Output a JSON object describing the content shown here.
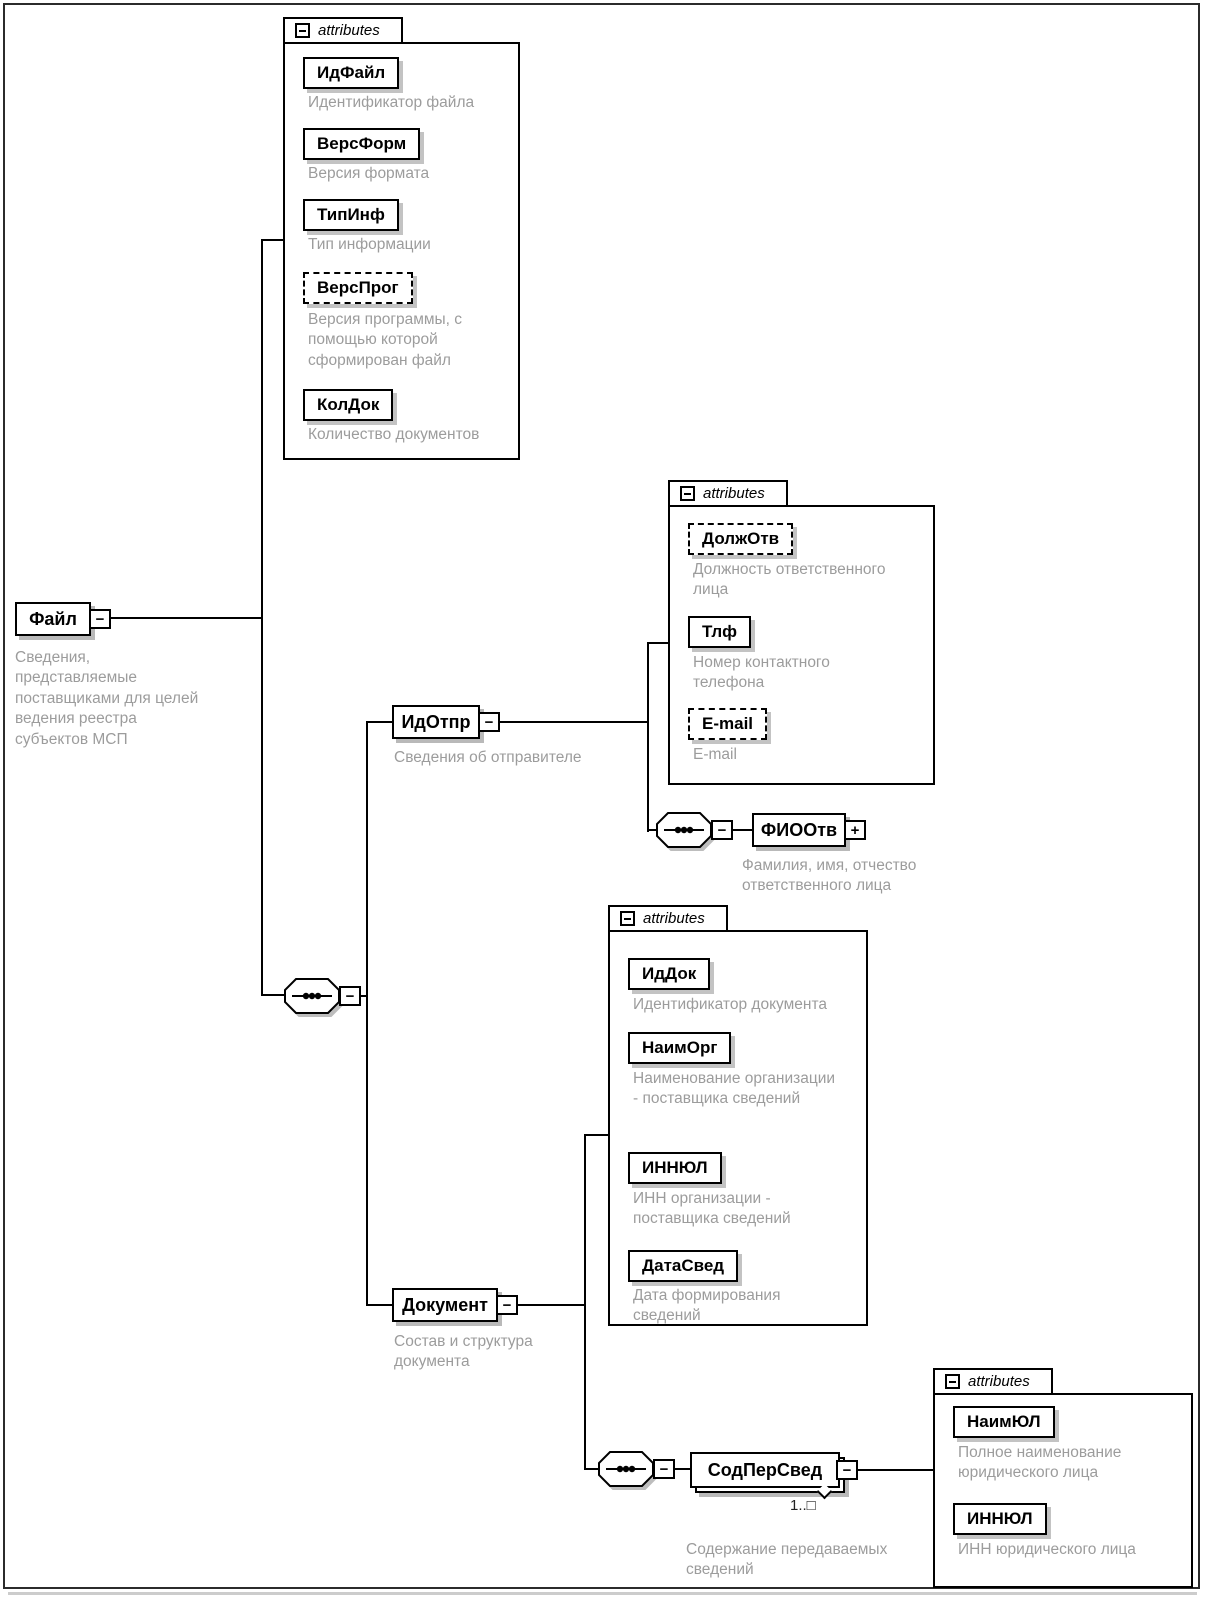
{
  "icons": {
    "collapse": "−",
    "expand": "+"
  },
  "root_element": {
    "name": "Файл",
    "annotation": "Сведения, представляемые поставщиками для целей ведения реестра субъектов МСП"
  },
  "file_attrs": {
    "header": "attributes",
    "items": [
      {
        "name": "ИдФайл",
        "annotation": "Идентификатор файла",
        "optional": false
      },
      {
        "name": "ВерсФорм",
        "annotation": "Версия формата",
        "optional": false
      },
      {
        "name": "ТипИнф",
        "annotation": "Тип информации",
        "optional": false
      },
      {
        "name": "ВерсПрог",
        "annotation": "Версия программы, с помощью которой сформирован файл",
        "optional": true
      },
      {
        "name": "КолДок",
        "annotation": "Количество документов",
        "optional": false
      }
    ]
  },
  "sender_element": {
    "name": "ИдОтпр",
    "annotation": "Сведения об отправителе"
  },
  "sender_attrs": {
    "header": "attributes",
    "items": [
      {
        "name": "ДолжОтв",
        "annotation": "Должность ответственного лица",
        "optional": true
      },
      {
        "name": "Тлф",
        "annotation": "Номер контактного телефона",
        "optional": false
      },
      {
        "name": "E-mail",
        "annotation": "E-mail",
        "optional": true
      }
    ]
  },
  "fio_element": {
    "name": "ФИООтв",
    "annotation": "Фамилия, имя, отчество ответственного лица"
  },
  "document_element": {
    "name": "Документ",
    "annotation": "Состав и структура документа"
  },
  "document_attrs": {
    "header": "attributes",
    "items": [
      {
        "name": "ИдДок",
        "annotation": "Идентификатор документа",
        "optional": false
      },
      {
        "name": "НаимОрг",
        "annotation": "Наименование организации - поставщика сведений",
        "optional": false
      },
      {
        "name": "ИННЮЛ",
        "annotation": "ИНН организации - поставщика сведений",
        "optional": false
      },
      {
        "name": "ДатаСвед",
        "annotation": "Дата формирования сведений",
        "optional": false
      }
    ]
  },
  "content_element": {
    "name": "СодПерСвед",
    "annotation": "Содержание передаваемых сведений",
    "cardinality": "1..□"
  },
  "content_attrs": {
    "header": "attributes",
    "items": [
      {
        "name": "НаимЮЛ",
        "annotation": "Полное наименование юридического лица",
        "optional": false
      },
      {
        "name": "ИННЮЛ",
        "annotation": "ИНН юридического лица",
        "optional": false
      }
    ]
  }
}
